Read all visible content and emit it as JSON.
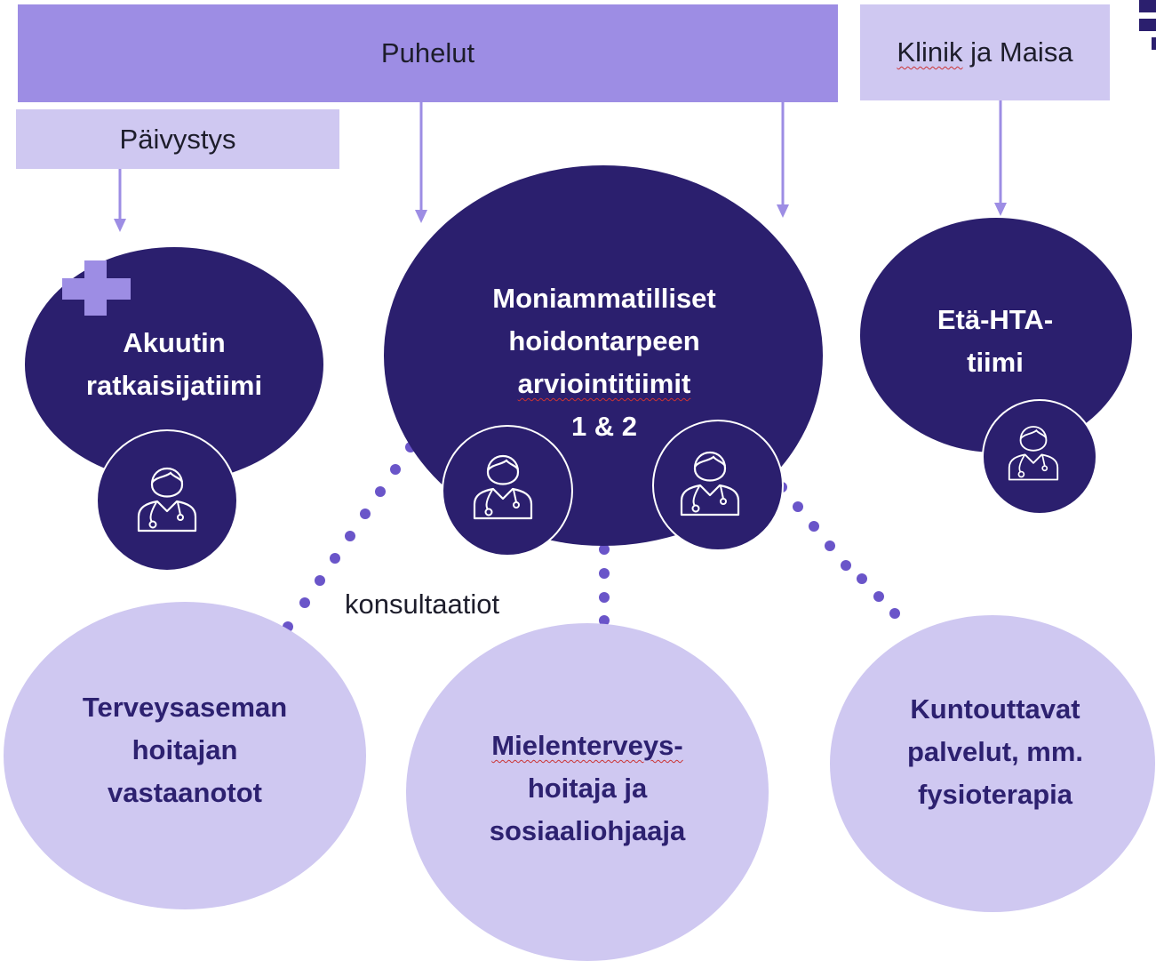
{
  "banners": {
    "puhelut": "Puhelut",
    "paivystys": "Päivystys",
    "klinik": {
      "part1": "Klinik",
      "part2": " ja Maisa"
    }
  },
  "teams": {
    "akuutti": {
      "line1": "Akuutin",
      "line2": "ratkaisijatiimi"
    },
    "moniammatilliset": {
      "line1": "Moniammatilliset",
      "line2": "hoidontarpeen",
      "line3": "arviointitiimit",
      "line4": "1 & 2"
    },
    "eta_hta": {
      "line1": "Etä-HTA-",
      "line2": "tiimi"
    }
  },
  "consultation_label": "konsultaatiot",
  "services": {
    "terveysasema": {
      "line1": "Terveysaseman",
      "line2": "hoitajan",
      "line3": "vastaanotot"
    },
    "mielenterveys": {
      "line1": "Mielenterveys-",
      "line2": "hoitaja ja",
      "line3": "sosiaaliohjaaja"
    },
    "kuntouttavat": {
      "line1": "Kuntouttavat",
      "line2": "palvelut, mm.",
      "line3": "fysioterapia"
    }
  },
  "colors": {
    "dark_circle": "#2b1f6e",
    "light_circle": "#cfc8f1",
    "banner_primary": "#9d8de4",
    "banner_secondary": "#cfc8f1",
    "arrow": "#9d8de4",
    "dot": "#6a55c9",
    "icon_stroke": "#ffffff"
  },
  "icons": [
    "plus-icon",
    "doctor-icon"
  ]
}
